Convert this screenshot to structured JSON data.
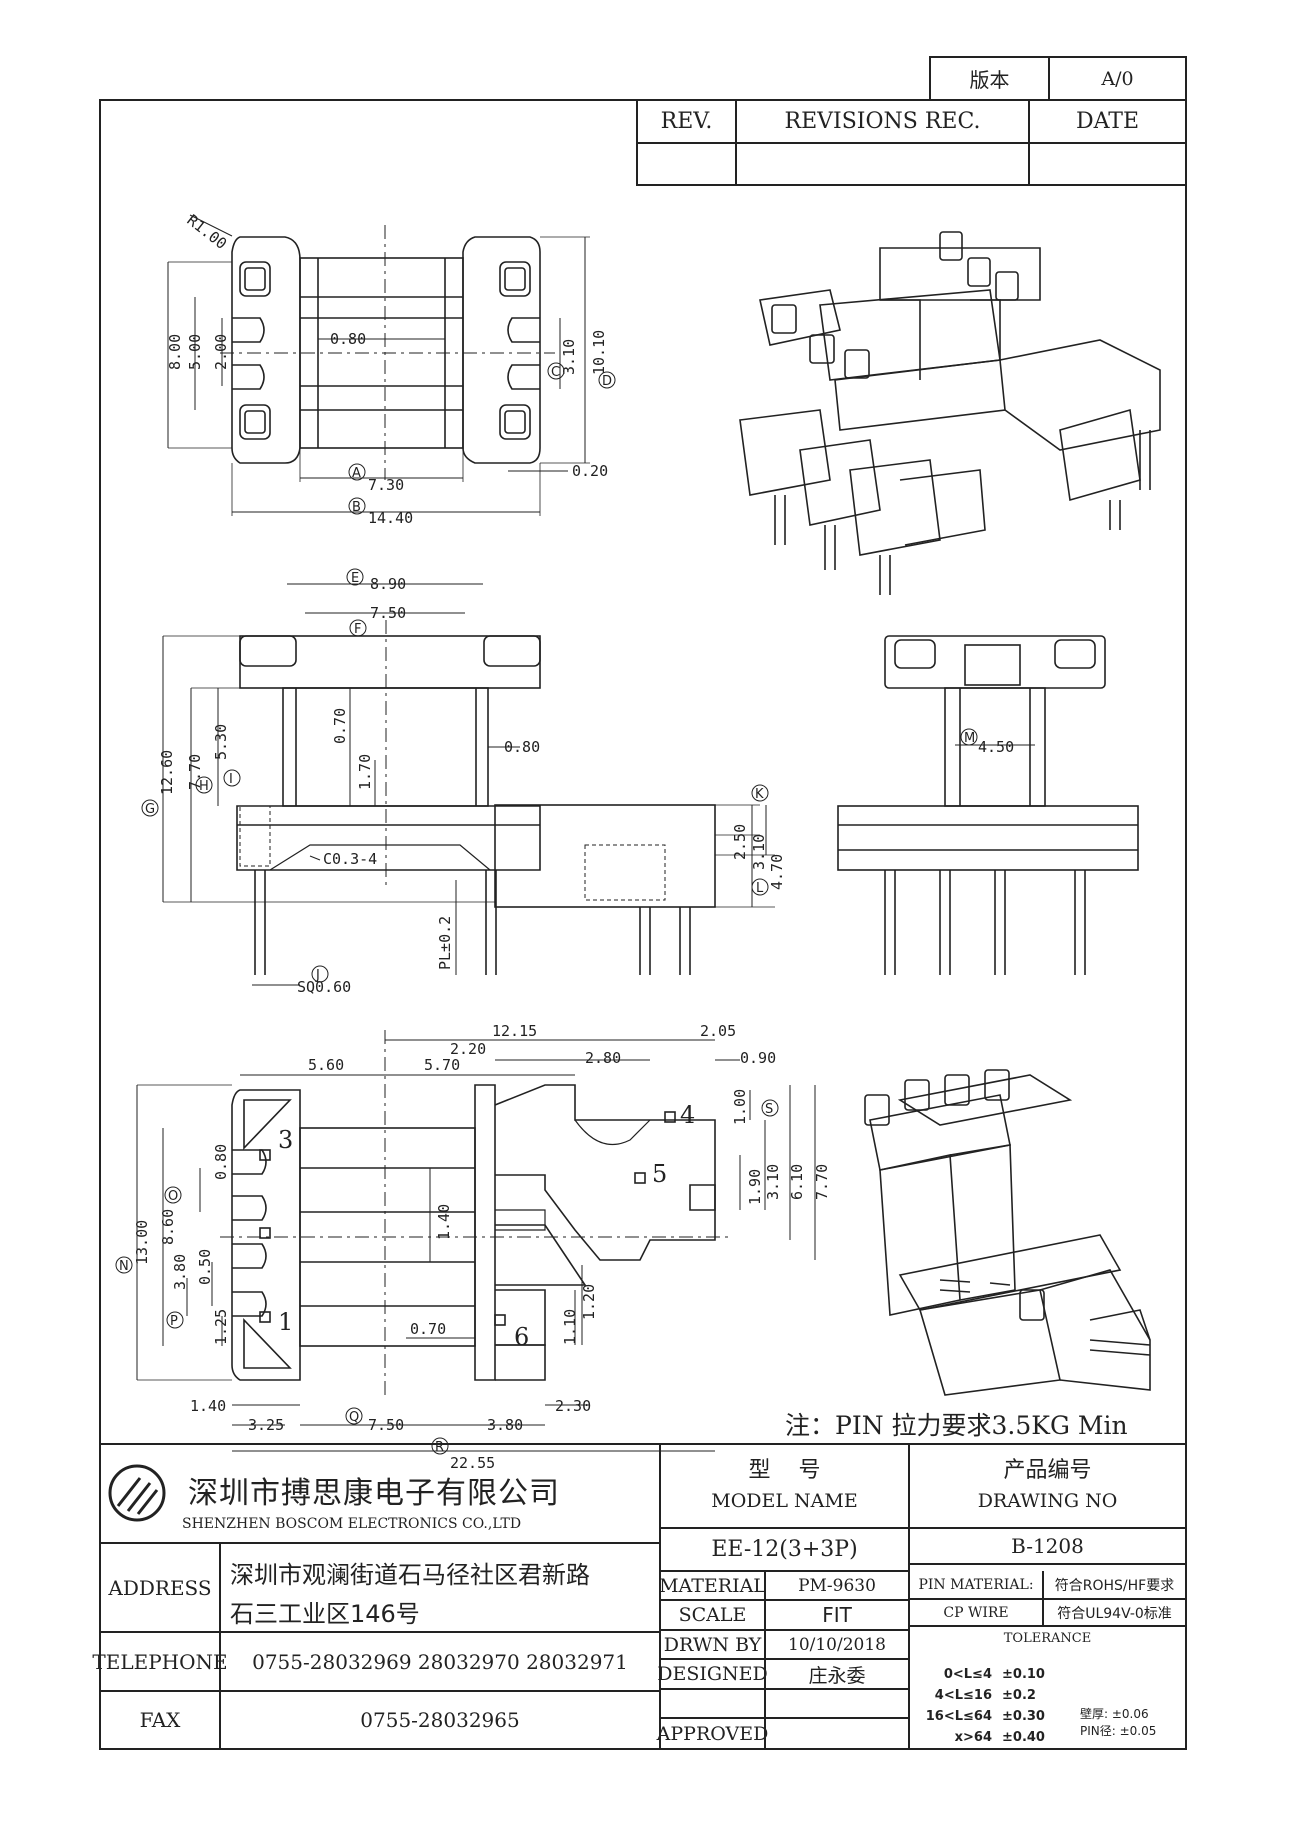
{
  "header": {
    "version_label": "版本",
    "version_value": "A/0",
    "rev_label": "REV.",
    "revisions_label": "REVISIONS REC.",
    "date_label": "DATE"
  },
  "drawing": {
    "note": "注：PIN 拉力要求3.5KG Min",
    "top_view": {
      "dims": [
        "R1.00",
        "8.00",
        "5.00",
        "2.00",
        "0.80",
        "3.10",
        "10.10",
        "7.30",
        "14.40",
        "0.20"
      ],
      "callouts": [
        "A",
        "B",
        "C",
        "D"
      ]
    },
    "front_view": {
      "dims": [
        "8.90",
        "7.50",
        "12.60",
        "7.70",
        "5.30",
        "0.70",
        "1.70",
        "0.80",
        "C0.3-4",
        "PL±0.2",
        "SQ0.60",
        "2.50",
        "3.10",
        "4.70"
      ],
      "callouts": [
        "E",
        "F",
        "G",
        "H",
        "I",
        "J",
        "K",
        "L"
      ]
    },
    "side_view": {
      "dims": [
        "4.50"
      ],
      "callouts": [
        "M"
      ]
    },
    "bottom_view": {
      "dims": [
        "12.15",
        "2.05",
        "5.60",
        "5.70",
        "2.20",
        "2.80",
        "0.90",
        "1.00",
        "1.90",
        "3.10",
        "6.10",
        "7.70",
        "0.80",
        "13.00",
        "8.60",
        "3.80",
        "0.50",
        "1.25",
        "1.40",
        "1.20",
        "1.10",
        "0.70",
        "1.40",
        "3.25",
        "7.50",
        "3.80",
        "2.30",
        "22.55"
      ],
      "callouts": [
        "N",
        "O",
        "P",
        "Q",
        "R",
        "S"
      ],
      "pins": [
        "1",
        "3",
        "4",
        "5",
        "6"
      ]
    }
  },
  "company": {
    "name_cn": "深圳市搏思康电子有限公司",
    "name_en": "SHENZHEN BOSCOM ELECTRONICS CO.,LTD",
    "address_label": "ADDRESS",
    "address_line1": "深圳市观澜街道石马径社区君新路",
    "address_line2": "石三工业区146号",
    "telephone_label": "TELEPHONE",
    "telephone": "0755-28032969  28032970  28032971",
    "fax_label": "FAX",
    "fax": "0755-28032965"
  },
  "title_block": {
    "model_label_cn": "型    号",
    "model_label_en": "MODEL NAME",
    "model_value": "EE-12(3+3P)",
    "drawing_label_cn": "产品编号",
    "drawing_label_en": "DRAWING NO",
    "drawing_value": "B-1208",
    "material_label": "MATERIAL",
    "material_value": "PM-9630",
    "scale_label": "SCALE",
    "scale_value": "FIT",
    "drawn_label": "DRWN BY",
    "drawn_value": "10/10/2018",
    "designed_label": "DESIGNED",
    "designed_value": "庄永委",
    "approved_label": "APPROVED",
    "approved_value": "",
    "pin_material_label": "PIN MATERIAL:",
    "pin_material_value": "CP WIRE",
    "rohs": "符合ROHS/HF要求",
    "ul": "符合UL94V-0标准",
    "tolerance_label": "TOLERANCE",
    "tolerances": [
      {
        "range": "0<L≤4",
        "value": "±0.10"
      },
      {
        "range": "4<L≤16",
        "value": "±0.2"
      },
      {
        "range": "16<L≤64",
        "value": "±0.30"
      },
      {
        "range": "x>64",
        "value": "±0.40"
      }
    ],
    "wall_thickness": "壁厚: ±0.06",
    "pin_diameter": "PIN径: ±0.05"
  }
}
